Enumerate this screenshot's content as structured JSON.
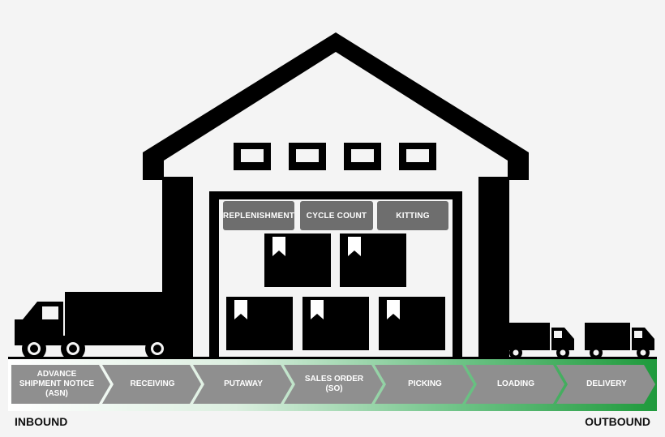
{
  "warehouse": {
    "operations": [
      "REPLENISHMENT",
      "CYCLE COUNT",
      "KITTING"
    ]
  },
  "process": {
    "steps": [
      "ADVANCE SHIPMENT NOTICE (ASN)",
      "RECEIVING",
      "PUTAWAY",
      "SALES ORDER (SO)",
      "PICKING",
      "LOADING",
      "DELIVERY"
    ]
  },
  "flow": {
    "start_label": "INBOUND",
    "end_label": "OUTBOUND"
  },
  "colors": {
    "ink": "#000000",
    "chevron": "#8f8f8f",
    "ops_box": "#6e6e6e",
    "gradient_start": "#ffffff",
    "gradient_end": "#1f9a3c",
    "background": "#f4f4f4"
  }
}
